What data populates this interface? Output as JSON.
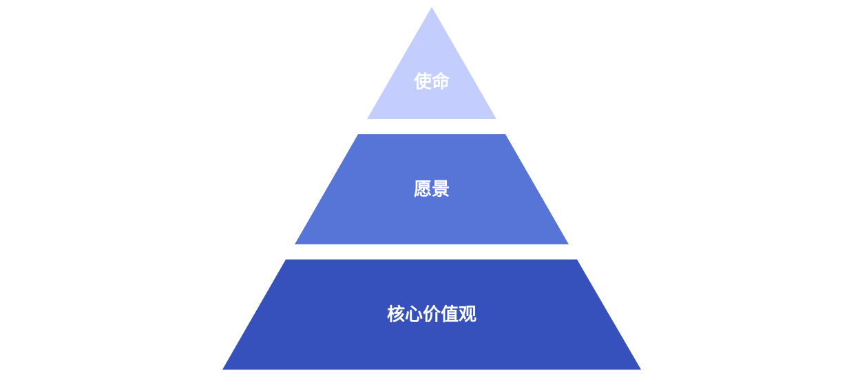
{
  "diagram": {
    "type": "pyramid",
    "tiers": [
      {
        "label": "使命",
        "color": "#c3ceff"
      },
      {
        "label": "愿景",
        "color": "#5774d7"
      },
      {
        "label": "核心价值观",
        "color": "#3651bb"
      }
    ]
  }
}
